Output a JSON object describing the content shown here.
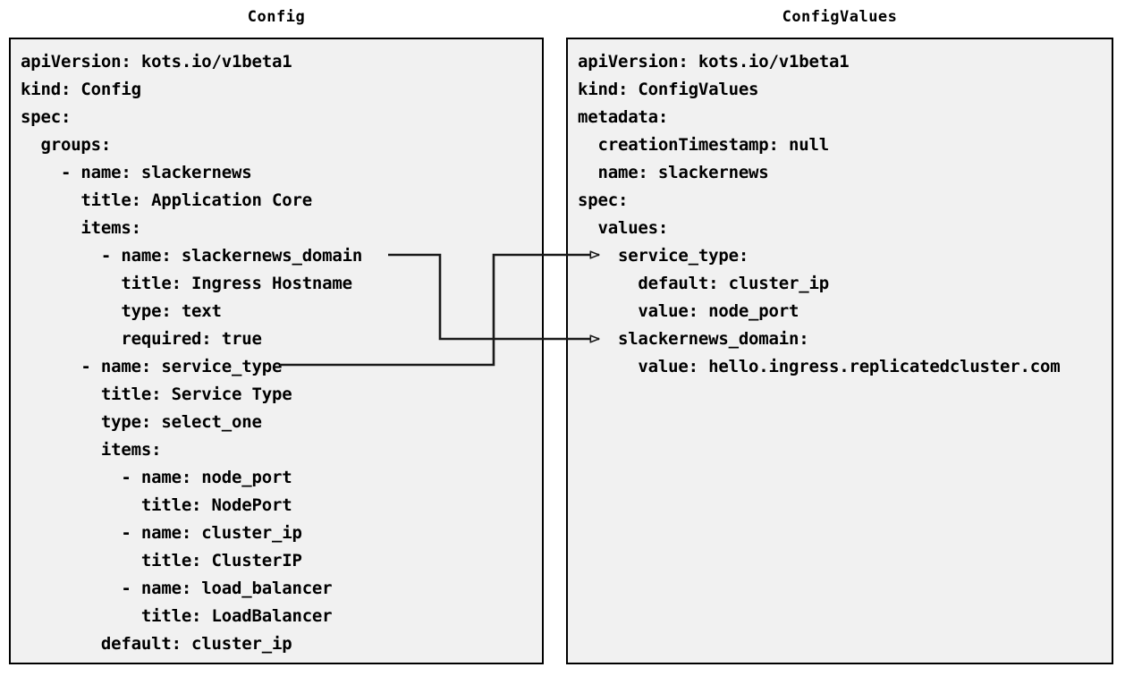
{
  "panels": {
    "config": {
      "title": "Config",
      "lines": [
        "apiVersion: kots.io/v1beta1",
        "kind: Config",
        "spec:",
        "  groups:",
        "    - name: slackernews",
        "      title: Application Core",
        "      items:",
        "        - name: slackernews_domain",
        "          title: Ingress Hostname",
        "          type: text",
        "          required: true",
        "      - name: service_type",
        "        title: Service Type",
        "        type: select_one",
        "        items:",
        "          - name: node_port",
        "            title: NodePort",
        "          - name: cluster_ip",
        "            title: ClusterIP",
        "          - name: load_balancer",
        "            title: LoadBalancer",
        "        default: cluster_ip"
      ]
    },
    "configvalues": {
      "title": "ConfigValues",
      "lines": [
        "apiVersion: kots.io/v1beta1",
        "kind: ConfigValues",
        "metadata:",
        "  creationTimestamp: null",
        "  name: slackernews",
        "spec:",
        "  values:",
        "    service_type:",
        "      default: cluster_ip",
        "      value: node_port",
        "    slackernews_domain:",
        "      value: hello.ingress.replicatedcluster.com"
      ]
    }
  },
  "connectors": [
    {
      "id": "slackernews-domain-link",
      "from_label": "slackernews_domain",
      "to_label": "slackernews_domain:",
      "from_panel": "Config",
      "to_panel": "ConfigValues"
    },
    {
      "id": "service-type-link",
      "from_label": "service_type",
      "to_label": "service_type:",
      "from_panel": "Config",
      "to_panel": "ConfigValues"
    }
  ],
  "style": {
    "panel_background": "#f1f1f1",
    "panel_border": "#000000",
    "text_color": "#000000",
    "connector_color": "#1a1a1a",
    "page_background": "#ffffff"
  }
}
